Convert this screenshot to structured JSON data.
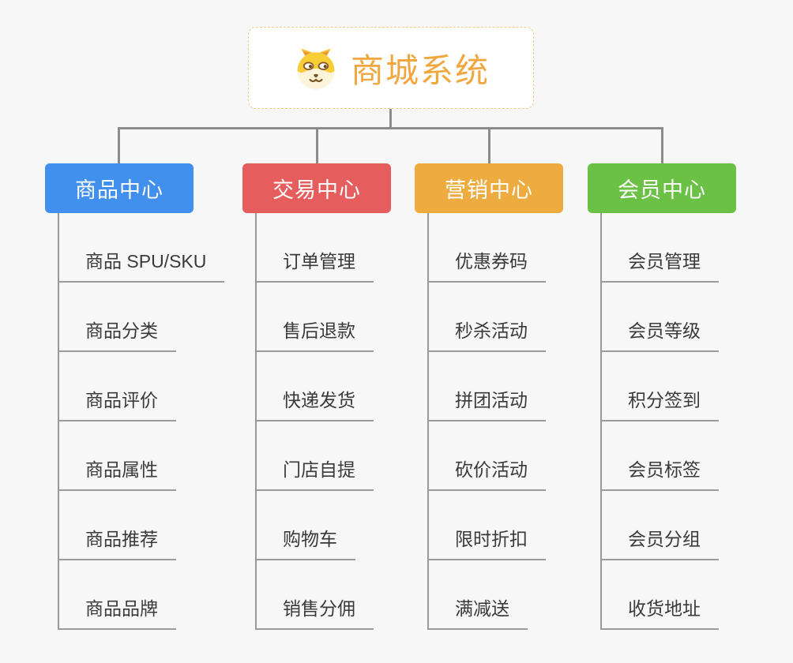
{
  "page": {
    "background": "#f7f7f7",
    "connector_color": "#8c8c8c"
  },
  "root": {
    "title": "商城系统",
    "icon": "dog-face-icon",
    "title_color": "#f0a73f",
    "border_color": "#f0cc8a"
  },
  "branches": [
    {
      "label": "商品中心",
      "color": "#4190ee",
      "items": [
        "商品 SPU/SKU",
        "商品分类",
        "商品评价",
        "商品属性",
        "商品推荐",
        "商品品牌"
      ]
    },
    {
      "label": "交易中心",
      "color": "#e65d5d",
      "items": [
        "订单管理",
        "售后退款",
        "快递发货",
        "门店自提",
        "购物车",
        "销售分佣"
      ]
    },
    {
      "label": "营销中心",
      "color": "#eeab40",
      "items": [
        "优惠券码",
        "秒杀活动",
        "拼团活动",
        "砍价活动",
        "限时折扣",
        "满减送"
      ]
    },
    {
      "label": "会员中心",
      "color": "#6bc145",
      "items": [
        "会员管理",
        "会员等级",
        "积分签到",
        "会员标签",
        "会员分组",
        "收货地址"
      ]
    }
  ]
}
